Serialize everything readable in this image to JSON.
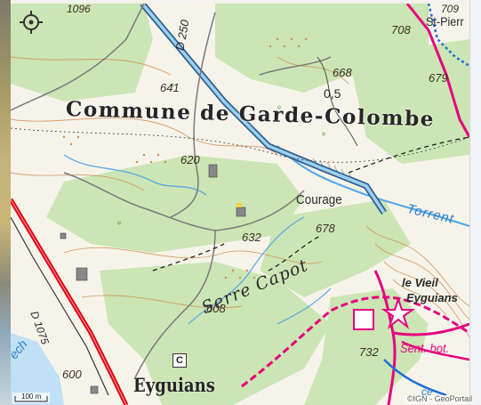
{
  "map": {
    "commune_title": "Commune de Garde-Colombe",
    "town_label": "Eyguians",
    "hamlet_label": "Courage",
    "ridge_label": "Serre Capot",
    "village_line1": "le Vieil",
    "village_line2": "Eyguians",
    "stream_label": "Torrent",
    "trail_label": "Sent. bot.",
    "place_top_right": "St-Pierr",
    "road_d250": "D 250",
    "road_d1075": "D 1075",
    "distance_label": "0,5",
    "church_badge": "C",
    "water_label_left": "ech",
    "cut_label_top": "1096",
    "cut_label_top_right": "709",
    "elevations": {
      "e708": "708",
      "e668": "668",
      "e679": "679",
      "e641": "641",
      "e620": "620",
      "e632": "632",
      "e678": "678",
      "e608": "608",
      "e732": "732",
      "e600": "600"
    }
  },
  "controls": {
    "locate_icon": "crosshair-locate-icon",
    "scale_bar": "100 m",
    "attribution": "©IGN - GeoPortail"
  },
  "colors": {
    "vegetation": "#cbe5b4",
    "open_land": "#f6f4ea",
    "contour": "#d48a4e",
    "water": "#57a9e6",
    "canal": "#2e5f8f",
    "trail": "#e6007e",
    "highway": "#e30613"
  }
}
